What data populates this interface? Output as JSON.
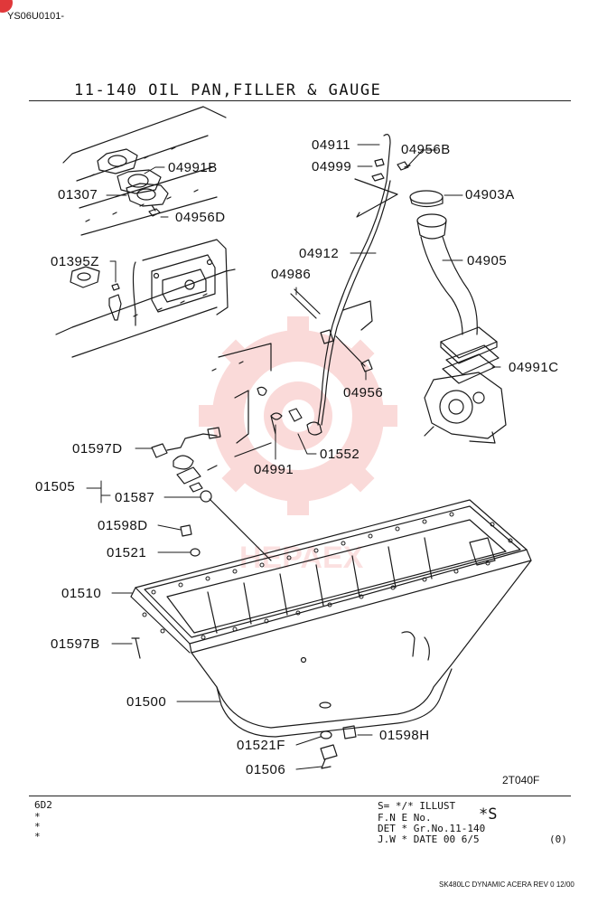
{
  "header": {
    "doc_code": "YS06U0101-",
    "title": "11-140  OIL PAN,FILLER & GAUGE"
  },
  "watermark": {
    "text": "HEPAEX",
    "color": "#e53935"
  },
  "parts": {
    "p04911": "04911",
    "p04956B": "04956B",
    "p04999": "04999",
    "p04991B": "04991B",
    "p01307": "01307",
    "p04956D": "04956D",
    "p04903A": "04903A",
    "p01395Z": "01395Z",
    "p04912": "04912",
    "p04905": "04905",
    "p04986": "04986",
    "p04991C": "04991C",
    "p04956": "04956",
    "p01597D": "01597D",
    "p01552": "01552",
    "p04991": "04991",
    "p01505": "01505",
    "p01587": "01587",
    "p01598D": "01598D",
    "p01521": "01521",
    "p01510": "01510",
    "p01597B": "01597B",
    "p01500": "01500",
    "p01521F": "01521F",
    "p01598H": "01598H",
    "p01506": "01506"
  },
  "illustration_code": "2T040F",
  "footer": {
    "left_code": "6D2",
    "left_marks": [
      "*",
      "*",
      "*"
    ],
    "s_line": "S= */*  ILLUST",
    "fne_line": "F.N E      No.",
    "illus_no": "*S",
    "det_line": "DET *   Gr.No.11-140",
    "jw_line": "J.W *   DATE  00 6/5",
    "rev_mark": "(0)",
    "bottom_note": "SK480LC DYNAMIC ACERA REV 0 12/00"
  }
}
